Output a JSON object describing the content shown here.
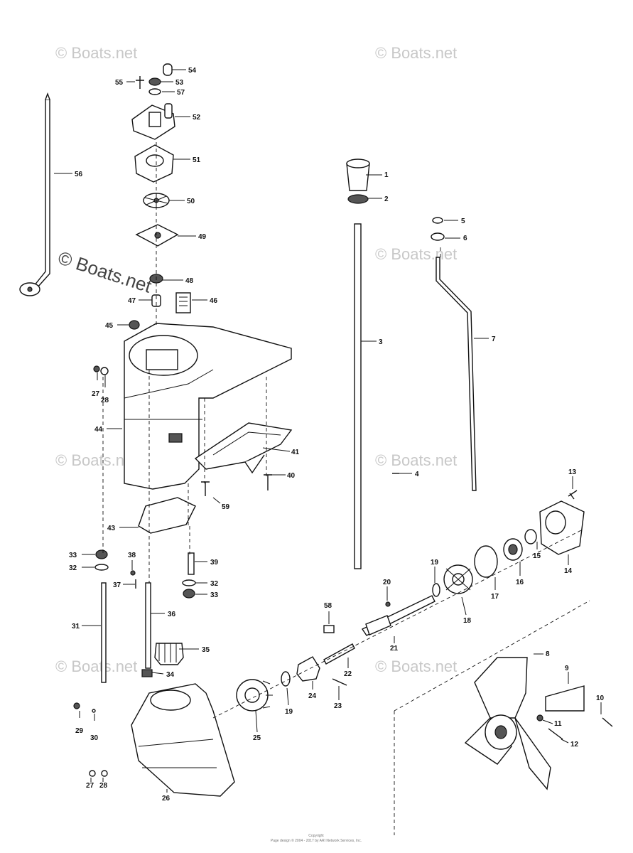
{
  "watermarks": {
    "faint": "© Boats.net",
    "prominent": "© Boats.net"
  },
  "footer": {
    "line1": "Copyright",
    "line2": "Page design © 2004 - 2017 by ARI Network Services, Inc."
  },
  "part_labels": [
    "1",
    "2",
    "3",
    "4",
    "5",
    "6",
    "7",
    "8",
    "9",
    "10",
    "11",
    "12",
    "13",
    "14",
    "15",
    "16",
    "17",
    "18",
    "19",
    "19",
    "20",
    "21",
    "22",
    "23",
    "24",
    "25",
    "26",
    "27",
    "28",
    "27",
    "28",
    "29",
    "30",
    "31",
    "32",
    "33",
    "32",
    "33",
    "34",
    "35",
    "36",
    "37",
    "38",
    "39",
    "40",
    "41",
    "43",
    "44",
    "45",
    "46",
    "47",
    "48",
    "49",
    "50",
    "51",
    "52",
    "53",
    "54",
    "55",
    "56",
    "57",
    "58",
    "59"
  ]
}
